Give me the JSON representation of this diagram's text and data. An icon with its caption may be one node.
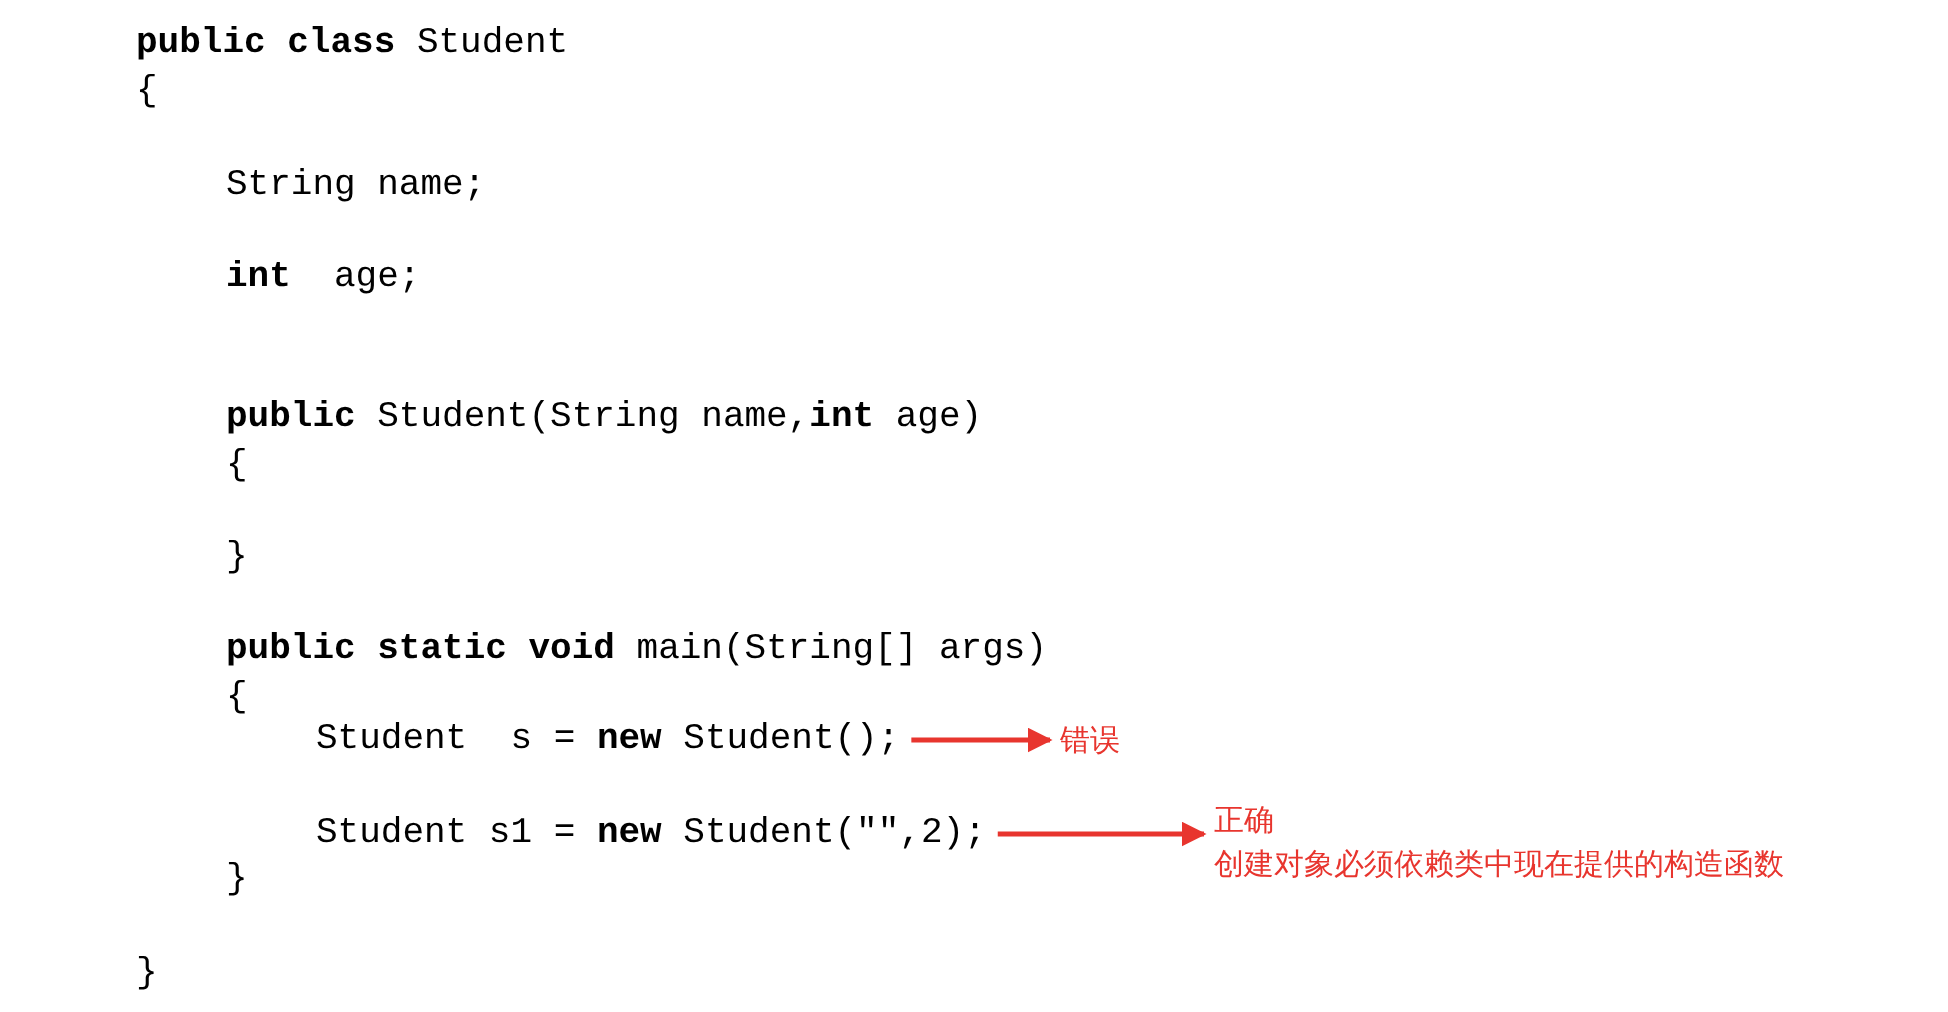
{
  "diagram": {
    "nodes": [
      {
        "text": [
          "Student  s = **new** Student();"
        ]
      },
      {
        "text": [
          "错误"
        ]
      },
      {
        "text": [
          "Student s1 = **new** Student(\"\",2);"
        ]
      },
      {
        "text": [
          "正确",
          "创建对象必须依赖类中现在提供的构造函数"
        ]
      }
    ],
    "edges": [
      {
        "from": 0,
        "to": 1,
        "arrow": "to",
        "color": "#e8352e"
      },
      {
        "from": 2,
        "to": 3,
        "arrow": "to",
        "color": "#e8352e"
      }
    ],
    "labels": [
      "**public** **class** Student",
      "{",
      "String name;",
      "**int**  age;",
      "**public** Student(String name,**int** age)",
      "{",
      "}",
      "**public** **static** **void** main(String[] args)",
      "{",
      "}",
      "}"
    ]
  }
}
